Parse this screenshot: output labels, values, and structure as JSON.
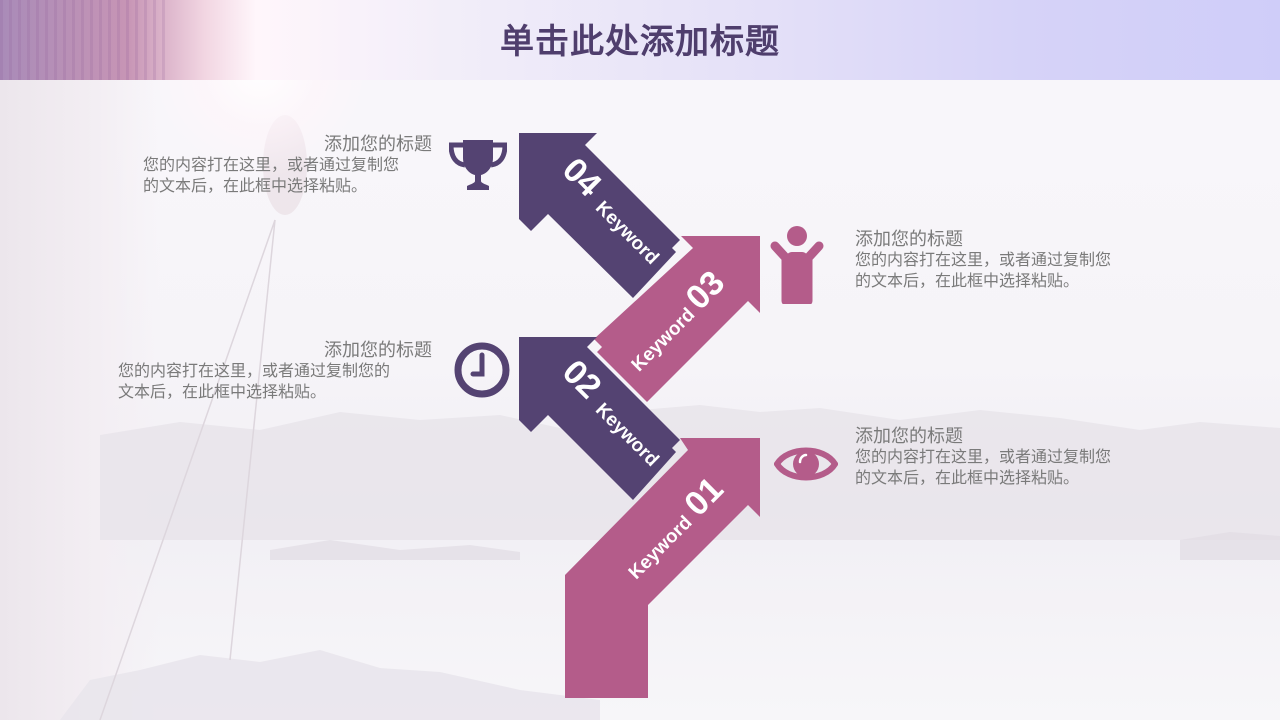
{
  "slide": {
    "title": "单击此处添加标题"
  },
  "colors": {
    "purple": "#544372",
    "pink": "#b45c8a",
    "title": "#4f3e6d",
    "text": "#7a7a7a"
  },
  "steps": [
    {
      "number": "01",
      "keyword": "Keyword",
      "color": "#b45c8a",
      "icon": "eye-icon",
      "heading": "添加您的标题",
      "body_line1": "您的内容打在这里，或者通过复制您",
      "body_line2": "的文本后，在此框中选择粘贴。"
    },
    {
      "number": "02",
      "keyword": "Keyword",
      "color": "#544372",
      "icon": "clock-icon",
      "heading": "添加您的标题",
      "body_line1": "您的内容打在这里，或者通过复制您的",
      "body_line2": "文本后，在此框中选择粘贴。"
    },
    {
      "number": "03",
      "keyword": "Keyword",
      "color": "#b45c8a",
      "icon": "person-icon",
      "heading": "添加您的标题",
      "body_line1": "您的内容打在这里，或者通过复制您",
      "body_line2": "的文本后，在此框中选择粘贴。"
    },
    {
      "number": "04",
      "keyword": "Keyword",
      "color": "#544372",
      "icon": "trophy-icon",
      "heading": "添加您的标题",
      "body_line1": "您的内容打在这里，或者通过复制您",
      "body_line2": "的文本后，在此框中选择粘贴。"
    }
  ]
}
